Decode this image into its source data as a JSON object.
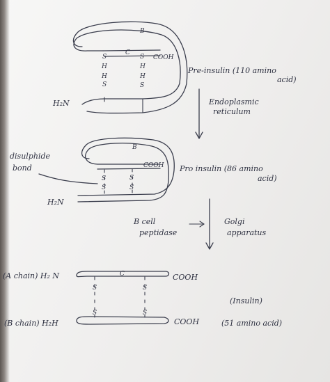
{
  "stage1": {
    "label_b": "B",
    "label_c": "C",
    "label_cooh": "COOH",
    "label_nh2": "H₂N",
    "label_s1": "S",
    "label_s2": "S",
    "label_h1": "H",
    "label_h2": "H",
    "label_h3": "H",
    "label_h4": "H",
    "label_s3": "S",
    "label_s4": "S",
    "name_line1": "Pre-insulin (110 amino",
    "name_line2": "acid)"
  },
  "arrow1": {
    "line1": "Endoplasmic",
    "line2": "reticulum"
  },
  "stage2": {
    "label_b": "B",
    "label_cooh": "COOH",
    "label_nh2": "H₂N",
    "label_s1": "S",
    "label_s2": "S",
    "label_s3": "S",
    "label_s4": "S",
    "disulphide_line1": "disulphide",
    "disulphide_line2": "bond",
    "name_line1": "Pro insulin (86 amino",
    "name_line2": "acid)"
  },
  "arrow2": {
    "left_line1": "B cell",
    "left_line2": "peptidase",
    "right_line1": "Golgi",
    "right_line2": "apparatus"
  },
  "stage3": {
    "a_chain": "(A chain) H₂ N",
    "b_chain": "(B chain) H₂H",
    "label_c": "C",
    "label_cooh_a": "COOH",
    "label_cooh_b": "COOH",
    "label_s1": "S",
    "label_s2": "S",
    "label_s3": "S",
    "label_s4": "S",
    "name_line1": "(Insulin)",
    "name_line2": "(51 amino acid)"
  }
}
